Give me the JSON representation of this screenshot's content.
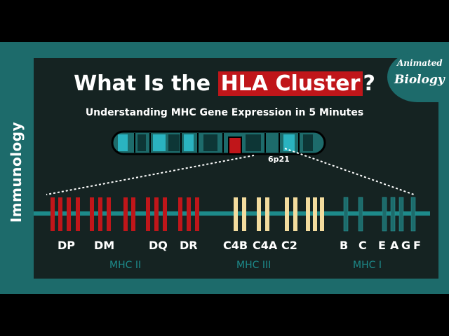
{
  "side_label": "Immunology",
  "title_part1": "What Is the ",
  "title_highlight": "HLA Cluster",
  "title_part2": "?",
  "subtitle": "Understanding MHC Gene Expression in 5 Minutes",
  "logo": {
    "line1": "Animated",
    "line2": "Biology"
  },
  "band_label": "6p21",
  "gene_labels": {
    "dp": "DP",
    "dm": "DM",
    "dq": "DQ",
    "dr": "DR",
    "c4b": "C4B",
    "c4a": "C4A",
    "c2": "C2",
    "b": "B",
    "c": "C",
    "e": "E",
    "a": "A",
    "g": "G",
    "f": "F"
  },
  "class_labels": {
    "mhc2": "MHC II",
    "mhc3": "MHC III",
    "mhc1": "MHC I"
  },
  "colors": {
    "mhc2": "#c0161a",
    "mhc3": "#f3dc9e",
    "mhc1": "#1d6b6b",
    "highlight": "#c0161a",
    "frame": "#1d6b6b"
  }
}
